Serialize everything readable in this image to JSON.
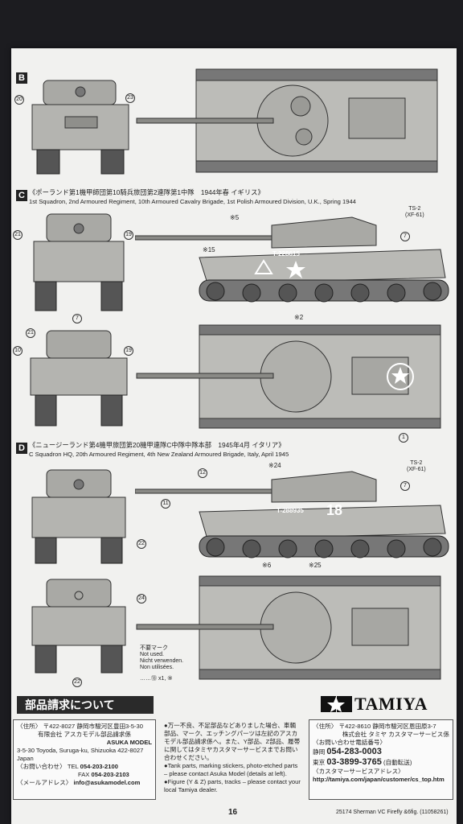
{
  "sections": {
    "b": {
      "badge": "B"
    },
    "c": {
      "badge": "C",
      "title_jp": "《ポーランド第1機甲師団第10騎兵旅団第2連隊第1中隊　1944年春 イギリス》",
      "title_en": "1st Squadron, 2nd Armoured Regiment, 10th Armoured Cavalry Brigade, 1st Polish Armoured Division, U.K., Spring 1944",
      "paint": {
        "code": "TS-2",
        "sub": "(XF-61)"
      },
      "decal_serial": "T-228615"
    },
    "d": {
      "badge": "D",
      "title_jp": "《ニュージーランド第4機甲旅団第20機甲連隊C中隊中隊本部　1945年4月 イタリア》",
      "title_en": "C Squadron HQ, 20th Armoured Regiment, 4th New Zealand Armoured Brigade, Italy, April 1945",
      "paint": {
        "code": "TS-2",
        "sub": "(XF-61)"
      },
      "decal_serial": "T-288935",
      "decal_number": "18"
    }
  },
  "parts": {
    "b_left": "20",
    "b_right": "23",
    "c_front_left": "21",
    "c_front_right": "19",
    "c_front_bottom": "7",
    "c_side_5": "※5",
    "c_side_15": "※15",
    "c_side_7": "7",
    "c_side_2": "※2",
    "c_rear_21": "21",
    "c_rear_10": "10",
    "c_rear_19": "19",
    "c_top_1": "1",
    "d_side_24": "※24",
    "d_side_12": "12",
    "d_side_11": "11",
    "d_side_7": "7",
    "d_side_6": "※6",
    "d_side_25": "※25",
    "d_front_22": "22",
    "d_rear_24": "24",
    "d_rear_22": "22"
  },
  "unused_note": {
    "jp": "不要マーク",
    "en": "Not used.",
    "de": "Nicht verwenden.",
    "fr": "Non utilisées.",
    "items": "……⑬ x1, ⑨"
  },
  "bottom": {
    "title": "部品請求について",
    "brand": "TAMIYA",
    "left": {
      "addr_label": "〈住所〉",
      "addr_jp": "〒422-8027 静岡市駿河区豊田3-5-30",
      "company_jp": "有限会社 アスカモデル部品請求係",
      "company_en": "ASUKA MODEL",
      "addr_en": "3-5-30 Toyoda, Suruga-ku, Shizuoka 422-8027 Japan",
      "contact_label": "〈お問い合わせ〉",
      "tel_label": "TEL",
      "tel": "054-203-2100",
      "fax_label": "FAX",
      "fax": "054-203-2103",
      "mail_label": "〈メールアドレス〉",
      "mail": "info@asukamodel.com"
    },
    "middle": {
      "jp": "●万一不良、不足部品などありました場合、車輌部品、マーク、エッチングパーツは左記のアスカモデル部品請求係へ。また、Y部品、Z部品、履帯に関してはタミヤカスタマーサービスまでお問い合わせください。",
      "en1": "●Tank parts, marking stickers, photo-etched parts – please contact Asuka Model (details at left).",
      "en2": "●Figure (Y & Z) parts, tracks – please contact your local Tamiya dealer."
    },
    "right": {
      "addr_label": "〈住所〉",
      "addr": "〒422-8610 静岡市駿河区恩田原3-7",
      "company": "株式会社 タミヤ カスタマーサービス係",
      "contact_label": "〈お問い合わせ電話番号〉",
      "shizuoka_label": "静岡",
      "shizuoka_tel": "054-283-0003",
      "tokyo_label": "東京",
      "tokyo_tel": "03-3899-3765",
      "auto": "(自動転送)",
      "url_label": "〈カスタマーサービスアドレス〉",
      "url": "http://tamiya.com/japan/customer/cs_top.htm"
    }
  },
  "footer": {
    "page": "16",
    "code": "25174 Sherman VC Firefly &6fig. (11058261)"
  },
  "colors": {
    "hull": "#b9b9b5",
    "paper": "#f1f1ef",
    "ink": "#222222"
  }
}
